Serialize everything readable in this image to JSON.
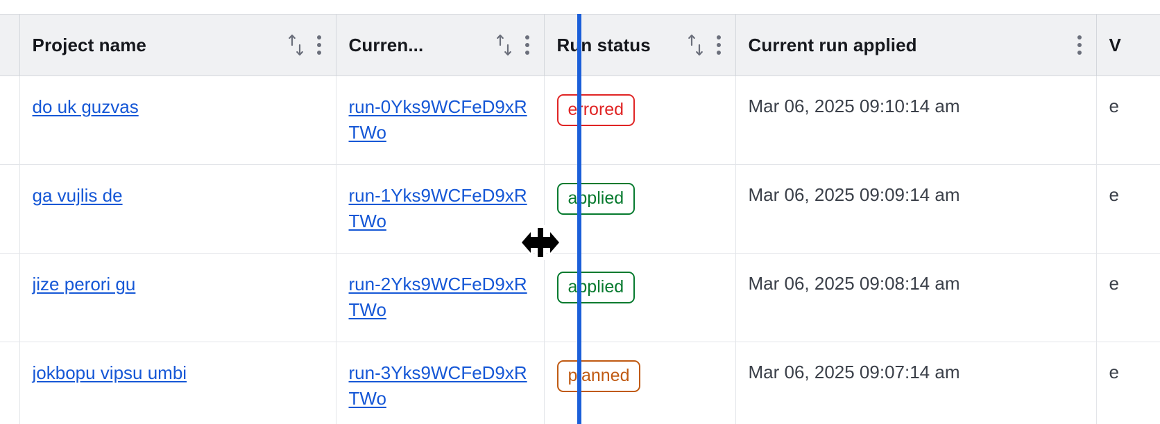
{
  "table": {
    "columns": [
      {
        "key": "select",
        "label": "",
        "has_sort": false,
        "has_menu": false
      },
      {
        "key": "project",
        "label": "Project name",
        "has_sort": true,
        "has_menu": true
      },
      {
        "key": "run",
        "label": "Curren...",
        "has_sort": true,
        "has_menu": true
      },
      {
        "key": "status",
        "label": "Run status",
        "has_sort": true,
        "has_menu": true
      },
      {
        "key": "applied",
        "label": "Current run applied",
        "has_sort": false,
        "has_menu": true
      },
      {
        "key": "extra",
        "label": "V",
        "has_sort": false,
        "has_menu": false
      }
    ],
    "rows": [
      {
        "project": "do uk guzvas",
        "run": "run-0Yks9WCFeD9xRTWo",
        "status": "errored",
        "status_kind": "errored",
        "applied": "Mar 06, 2025 09:10:14 am",
        "extra": "e"
      },
      {
        "project": "ga vujlis de",
        "run": "run-1Yks9WCFeD9xRTWo",
        "status": "applied",
        "status_kind": "applied",
        "applied": "Mar 06, 2025 09:09:14 am",
        "extra": "e"
      },
      {
        "project": "jize perori gu",
        "run": "run-2Yks9WCFeD9xRTWo",
        "status": "applied",
        "status_kind": "applied",
        "applied": "Mar 06, 2025 09:08:14 am",
        "extra": "e"
      },
      {
        "project": "jokbopu vipsu umbi",
        "run": "run-3Yks9WCFeD9xRTWo",
        "status": "planned",
        "status_kind": "planned",
        "applied": "Mar 06, 2025 09:07:14 am",
        "extra": "e"
      }
    ]
  },
  "interaction": {
    "column_resize_guide_color": "#1b5fd9",
    "cursor": "col-resize"
  },
  "colors": {
    "link": "#1557d6",
    "header_background": "#f0f1f3",
    "status_errored": "#e02424",
    "status_applied": "#067a2e",
    "status_planned": "#c05a12",
    "text": "#3b4049"
  }
}
